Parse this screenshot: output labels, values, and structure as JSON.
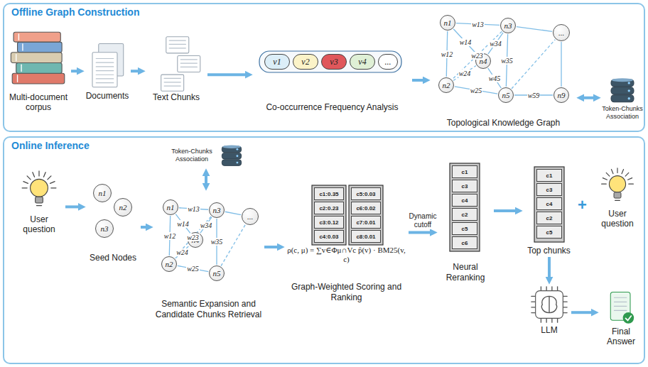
{
  "diagram": {
    "nodes": [
      {
        "text": [
          "Offline Graph Construction"
        ]
      },
      {
        "text": [
          "Multi-document corpus"
        ],
        "in": 0
      },
      {
        "text": [
          "Documents"
        ],
        "in": 0
      },
      {
        "text": [
          "Text Chunks"
        ],
        "in": 0
      },
      {
        "text": [
          "Co-occurrence Frequency Analysis"
        ],
        "in": 0
      },
      {
        "text": [
          "v1"
        ],
        "in": 4
      },
      {
        "text": [
          "v2"
        ],
        "in": 4
      },
      {
        "text": [
          "v3"
        ],
        "in": 4
      },
      {
        "text": [
          "v4"
        ],
        "in": 4
      },
      {
        "text": [
          "..."
        ],
        "in": 4
      },
      {
        "text": [
          "Topological Knowledge Graph"
        ],
        "in": 0
      },
      {
        "text": [
          "n1"
        ],
        "in": 10
      },
      {
        "text": [
          "n3"
        ],
        "in": 10
      },
      {
        "text": [
          "..."
        ],
        "in": 10
      },
      {
        "text": [
          "n4"
        ],
        "in": 10
      },
      {
        "text": [
          "n2"
        ],
        "in": 10
      },
      {
        "text": [
          "n5"
        ],
        "in": 10
      },
      {
        "text": [
          "n9"
        ],
        "in": 10
      },
      {
        "text": [
          "Token-Chunks Association"
        ],
        "in": 0
      },
      {
        "text": [
          "Online Inference"
        ]
      },
      {
        "text": [
          "User question"
        ],
        "in": 19
      },
      {
        "text": [
          "Seed Nodes"
        ],
        "in": 19
      },
      {
        "text": [
          "n1"
        ],
        "in": 21
      },
      {
        "text": [
          "n2"
        ],
        "in": 21
      },
      {
        "text": [
          "n3"
        ],
        "in": 21
      },
      {
        "text": [
          "Token-Chunks Association"
        ],
        "in": 19
      },
      {
        "text": [
          "Semantic Expansion and Candidate Chunks Retrieval"
        ],
        "in": 19
      },
      {
        "text": [
          "n1"
        ],
        "in": 26
      },
      {
        "text": [
          "n3"
        ],
        "in": 26
      },
      {
        "text": [
          "..."
        ],
        "in": 26
      },
      {
        "text": [
          "n4"
        ],
        "in": 26
      },
      {
        "text": [
          "n2"
        ],
        "in": 26
      },
      {
        "text": [
          "n5"
        ],
        "in": 26
      },
      {
        "text": [
          "Graph-Weighted Scoring and Ranking",
          "ρ(c, μ) = ∑v∈Φμ∩Vc p̂(v) · BM25(v, c)"
        ],
        "in": 19
      },
      {
        "text": [
          "c1:0.35"
        ],
        "in": 33
      },
      {
        "text": [
          "c2:0.23"
        ],
        "in": 33
      },
      {
        "text": [
          "c3:0.12"
        ],
        "in": 33
      },
      {
        "text": [
          "c4:0.03"
        ],
        "in": 33
      },
      {
        "text": [
          "c5:0.03"
        ],
        "in": 33
      },
      {
        "text": [
          "c6:0.02"
        ],
        "in": 33
      },
      {
        "text": [
          "c7:0.01"
        ],
        "in": 33
      },
      {
        "text": [
          "c8:0.01"
        ],
        "in": 33
      },
      {
        "text": [
          "Neural Reranking"
        ],
        "in": 19
      },
      {
        "text": [
          "c1"
        ],
        "in": 42
      },
      {
        "text": [
          "c3"
        ],
        "in": 42
      },
      {
        "text": [
          "c4"
        ],
        "in": 42
      },
      {
        "text": [
          "c2"
        ],
        "in": 42
      },
      {
        "text": [
          "c5"
        ],
        "in": 42
      },
      {
        "text": [
          "c6"
        ],
        "in": 42
      },
      {
        "text": [
          "Top chunks"
        ],
        "in": 19
      },
      {
        "text": [
          "c1"
        ],
        "in": 49
      },
      {
        "text": [
          "c3"
        ],
        "in": 49
      },
      {
        "text": [
          "c4"
        ],
        "in": 49
      },
      {
        "text": [
          "c2"
        ],
        "in": 49
      },
      {
        "text": [
          "c5"
        ],
        "in": 49
      },
      {
        "text": [
          "User question"
        ],
        "in": 19
      },
      {
        "text": [
          "LLM"
        ],
        "in": 19
      },
      {
        "text": [
          "Final Answer"
        ],
        "in": 19
      }
    ],
    "edges": [
      {
        "from": 1,
        "to": 2,
        "arrow": "to"
      },
      {
        "from": 2,
        "to": 3,
        "arrow": "to"
      },
      {
        "from": 3,
        "to": 4,
        "arrow": "to"
      },
      {
        "from": 4,
        "to": 10,
        "arrow": "to"
      },
      {
        "from": 10,
        "to": 18,
        "arrow": "both"
      },
      {
        "from": 11,
        "to": 12,
        "label": "w13",
        "arrow": "none"
      },
      {
        "from": 11,
        "to": 15,
        "label": "w12",
        "arrow": "none"
      },
      {
        "from": 11,
        "to": 14,
        "label": "w14",
        "arrow": "none"
      },
      {
        "from": 12,
        "to": 14,
        "label": "w34",
        "arrow": "none"
      },
      {
        "from": 12,
        "to": 15,
        "label": "w23",
        "arrow": "none"
      },
      {
        "from": 15,
        "to": 14,
        "label": "w24",
        "arrow": "none"
      },
      {
        "from": 14,
        "to": 16,
        "label": "w45",
        "arrow": "none"
      },
      {
        "from": 12,
        "to": 16,
        "label": "w35",
        "arrow": "none"
      },
      {
        "from": 15,
        "to": 16,
        "label": "w25",
        "arrow": "none"
      },
      {
        "from": 16,
        "to": 17,
        "label": "w59",
        "arrow": "none"
      },
      {
        "from": 12,
        "to": 13,
        "arrow": "none"
      },
      {
        "from": 16,
        "to": 13,
        "arrow": "none"
      },
      {
        "from": 17,
        "to": 13,
        "arrow": "none"
      },
      {
        "from": 20,
        "to": 21,
        "arrow": "to"
      },
      {
        "from": 21,
        "to": 26,
        "arrow": "to"
      },
      {
        "from": 26,
        "to": 25,
        "arrow": "both"
      },
      {
        "from": 26,
        "to": 33,
        "arrow": "to"
      },
      {
        "from": 33,
        "to": 42,
        "label": "Dynamic cutoff",
        "arrow": "to"
      },
      {
        "from": 42,
        "to": 49,
        "arrow": "to"
      },
      {
        "from": 49,
        "to": 56,
        "arrow": "to"
      },
      {
        "from": 56,
        "to": 57,
        "arrow": "to"
      },
      {
        "from": 27,
        "to": 28,
        "label": "w13",
        "arrow": "none"
      },
      {
        "from": 27,
        "to": 31,
        "label": "w12",
        "arrow": "none"
      },
      {
        "from": 27,
        "to": 30,
        "label": "w14",
        "arrow": "none"
      },
      {
        "from": 28,
        "to": 30,
        "label": "w34",
        "arrow": "none"
      },
      {
        "from": 28,
        "to": 31,
        "label": "w23",
        "arrow": "none"
      },
      {
        "from": 31,
        "to": 30,
        "label": "w24",
        "arrow": "none"
      },
      {
        "from": 28,
        "to": 32,
        "label": "w35",
        "arrow": "none"
      },
      {
        "from": 31,
        "to": 32,
        "label": "w25",
        "arrow": "none"
      },
      {
        "from": 28,
        "to": 29,
        "arrow": "none"
      },
      {
        "from": 32,
        "to": 29,
        "arrow": "none"
      }
    ],
    "labels": [
      "+"
    ]
  }
}
